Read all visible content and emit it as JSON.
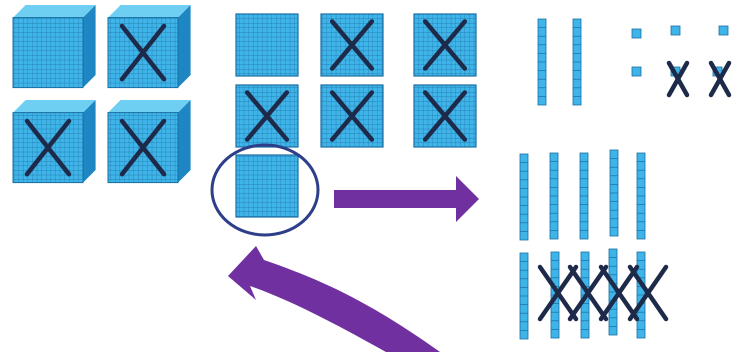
{
  "colors": {
    "block_face": "#3fb4e8",
    "block_top": "#6ecff3",
    "block_side": "#1e86c2",
    "grid_line": "#1a6fa3",
    "cross_mark": "#1e2a4a",
    "circle": "#2e3f8a",
    "arrow": "#7030a0",
    "background": "#ffffff"
  },
  "icons": {
    "thousand": "thousand-cube-icon",
    "hundred": "hundred-flat-icon",
    "ten": "ten-rod-icon",
    "one": "unit-cube-icon",
    "removed": "cross-mark-icon",
    "regroup": "regroup-circle-icon",
    "trade_arrow": "trade-arrow-icon",
    "return_arrow": "return-curved-arrow-icon"
  },
  "diagram": {
    "groups": [
      {
        "name": "thousands",
        "total": 4,
        "crossed": 3
      },
      {
        "name": "hundreds",
        "total": 7,
        "crossed": 5,
        "circled": 1
      },
      {
        "name": "tens_before_trade",
        "total": 2,
        "crossed": 0
      },
      {
        "name": "ones",
        "total": 6,
        "crossed": 2
      },
      {
        "name": "tens_after_trade",
        "total": 10,
        "crossed": 4
      }
    ],
    "trade": {
      "from": "hundreds",
      "to": "tens_after_trade",
      "ratio": 10
    }
  }
}
